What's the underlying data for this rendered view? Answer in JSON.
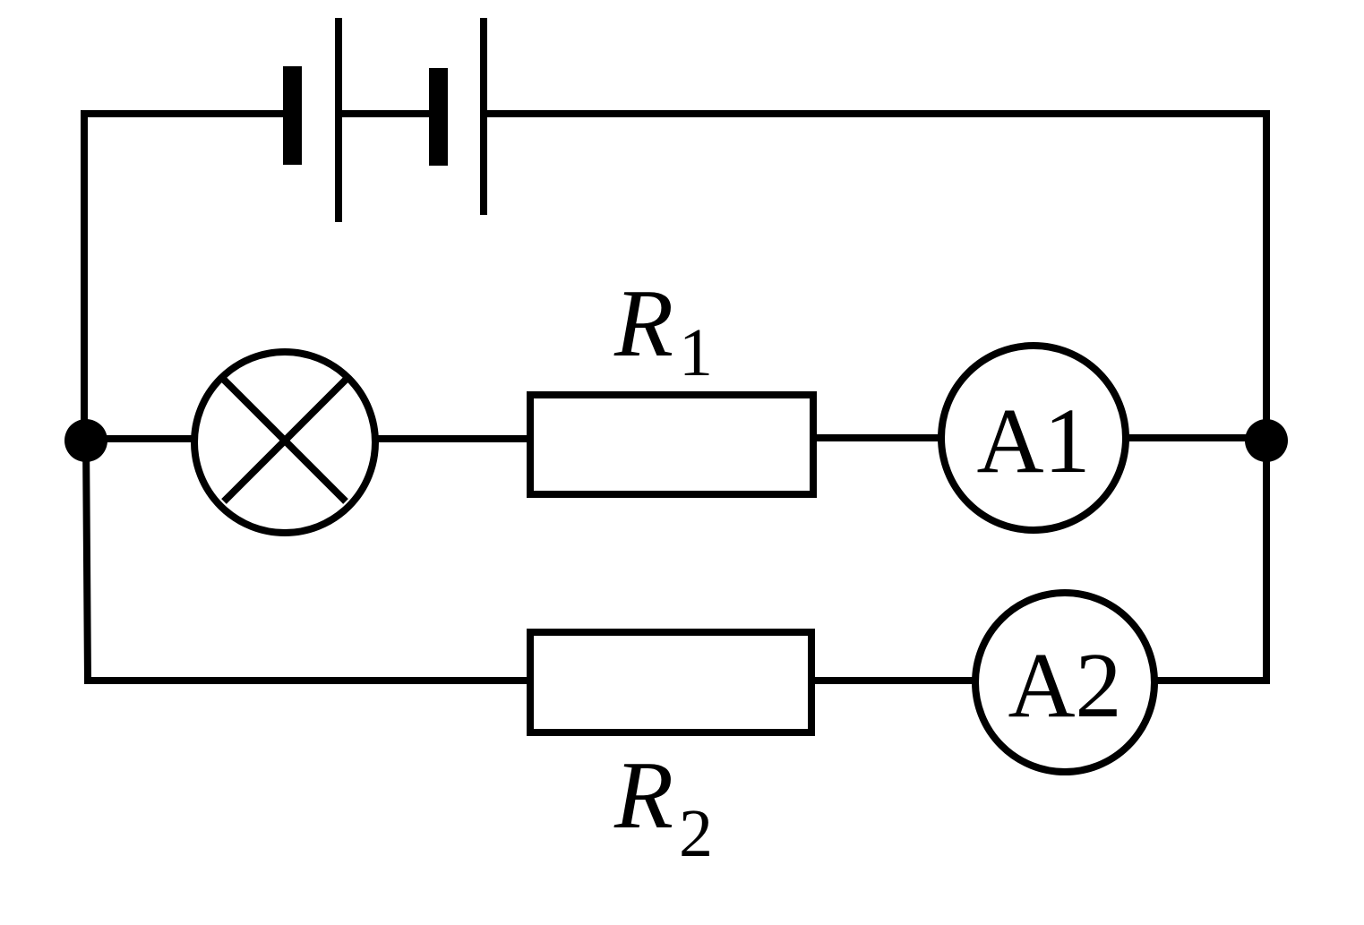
{
  "labels": {
    "r1_main": "R",
    "r1_sub": "1",
    "r2_main": "R",
    "r2_sub": "2",
    "ammeter1": "A1",
    "ammeter2": "A2"
  },
  "colors": {
    "ink": "#000000",
    "background": "#ffffff"
  }
}
